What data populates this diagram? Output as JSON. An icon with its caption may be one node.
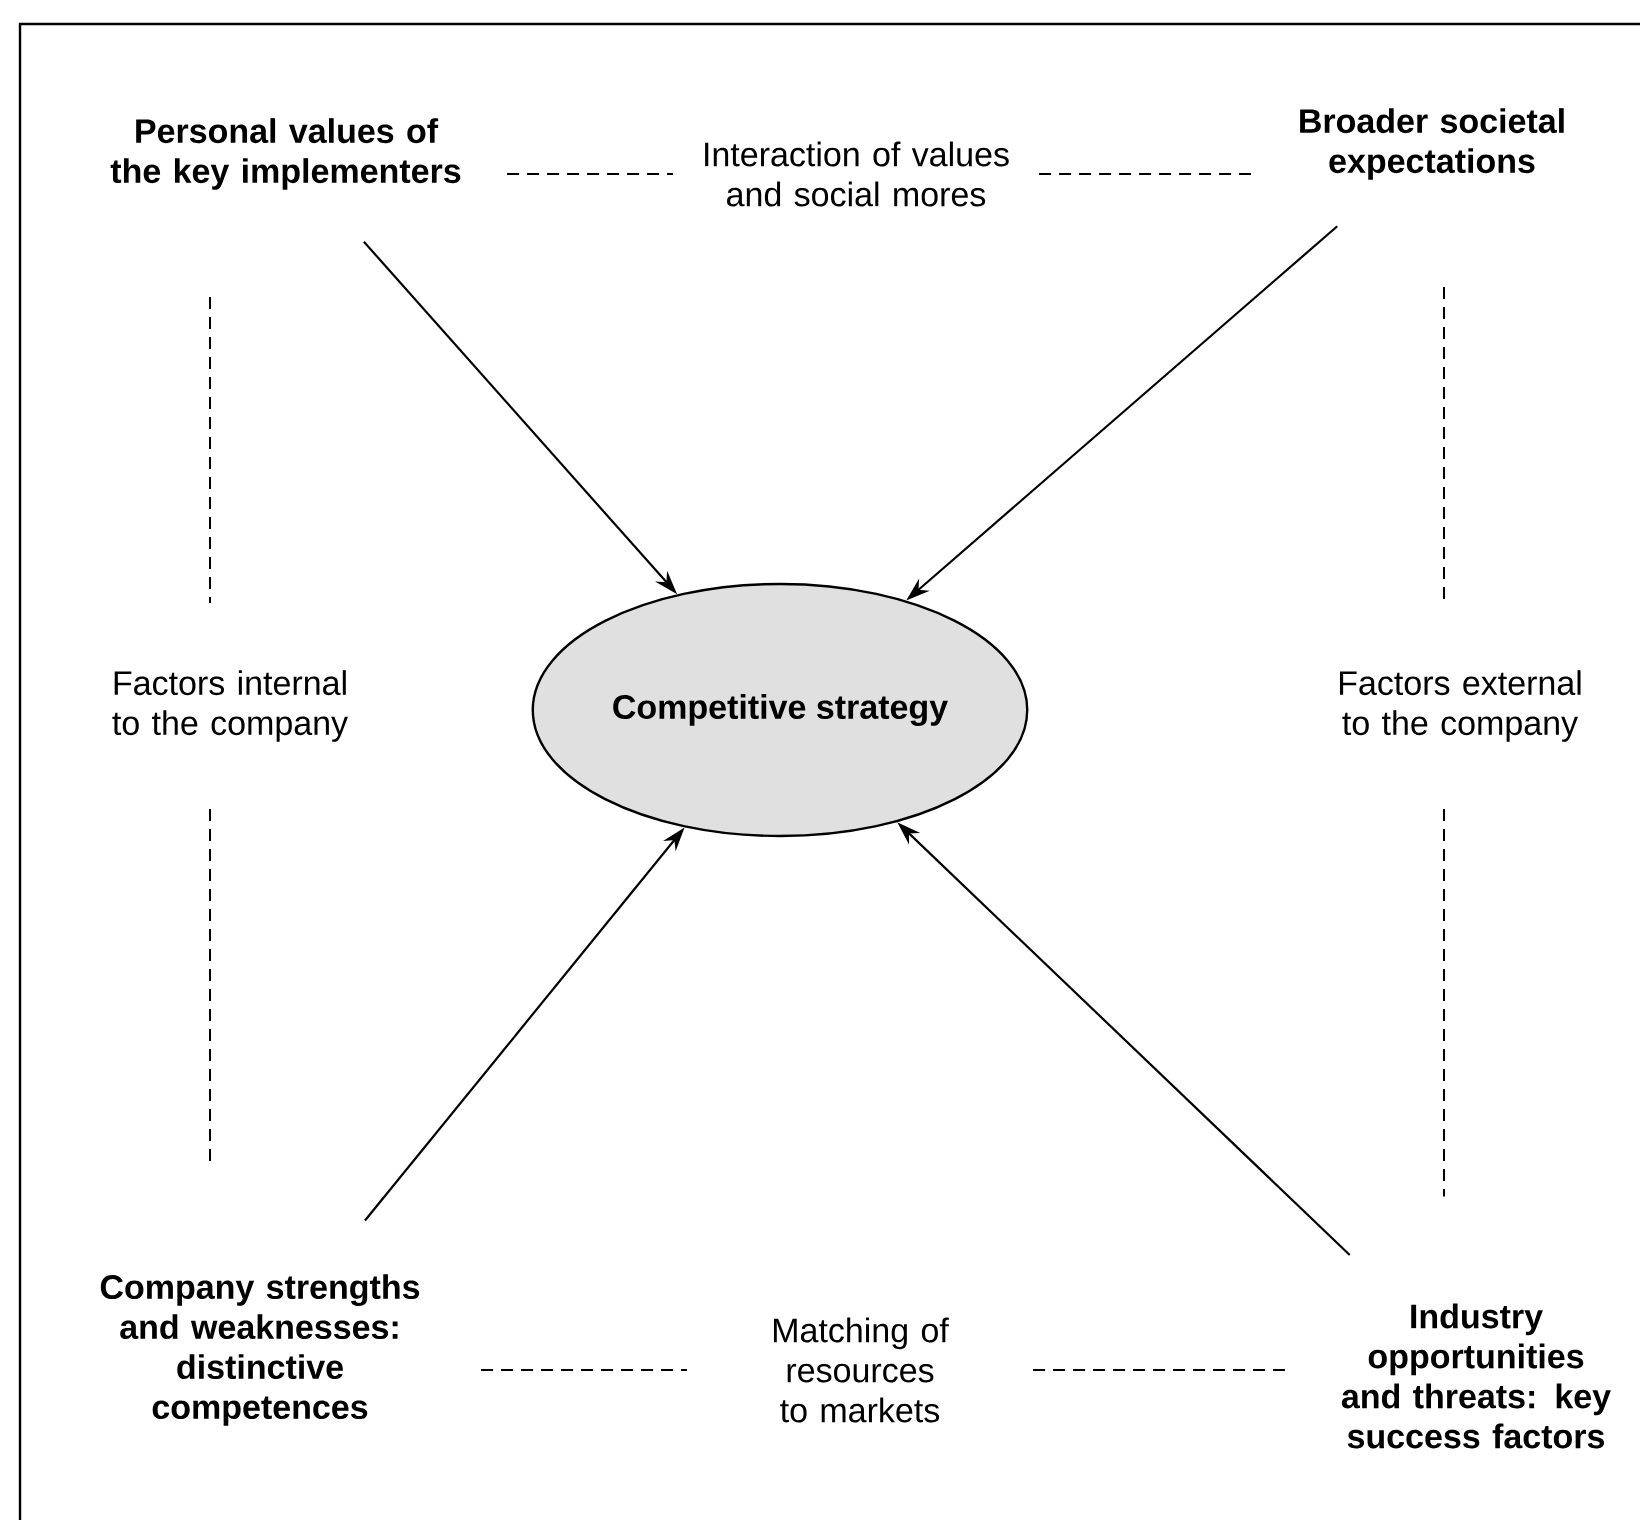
{
  "diagram": {
    "nodes": [
      {
        "text": [
          "Personal values of the key implementers"
        ]
      },
      {
        "text": [
          "Broader societal expectations"
        ]
      },
      {
        "text": [
          "Competitive strategy"
        ]
      },
      {
        "text": [
          "Company strengths and weaknesses: distinctive competences"
        ]
      },
      {
        "text": [
          "Industry opportunities and threats: key success factors"
        ]
      },
      {
        "text": [
          "Interaction of values and social mores"
        ]
      },
      {
        "text": [
          "Factors internal to the company"
        ]
      },
      {
        "text": [
          "Factors external to the company"
        ]
      },
      {
        "text": [
          "Matching of resources to markets"
        ]
      }
    ],
    "edges": [
      {
        "from": 0,
        "to": 2,
        "arrow": "to"
      },
      {
        "from": 1,
        "to": 2,
        "arrow": "to"
      },
      {
        "from": 3,
        "to": 2,
        "arrow": "to"
      },
      {
        "from": 4,
        "to": 2,
        "arrow": "to"
      },
      {
        "from": 0,
        "to": 5,
        "arrow": "none",
        "style": "dashed"
      },
      {
        "from": 5,
        "to": 1,
        "arrow": "none",
        "style": "dashed"
      },
      {
        "from": 0,
        "to": 6,
        "arrow": "none",
        "style": "dashed"
      },
      {
        "from": 6,
        "to": 3,
        "arrow": "none",
        "style": "dashed"
      },
      {
        "from": 1,
        "to": 7,
        "arrow": "none",
        "style": "dashed"
      },
      {
        "from": 7,
        "to": 4,
        "arrow": "none",
        "style": "dashed"
      },
      {
        "from": 3,
        "to": 8,
        "arrow": "none",
        "style": "dashed"
      },
      {
        "from": 8,
        "to": 4,
        "arrow": "none",
        "style": "dashed"
      }
    ]
  }
}
